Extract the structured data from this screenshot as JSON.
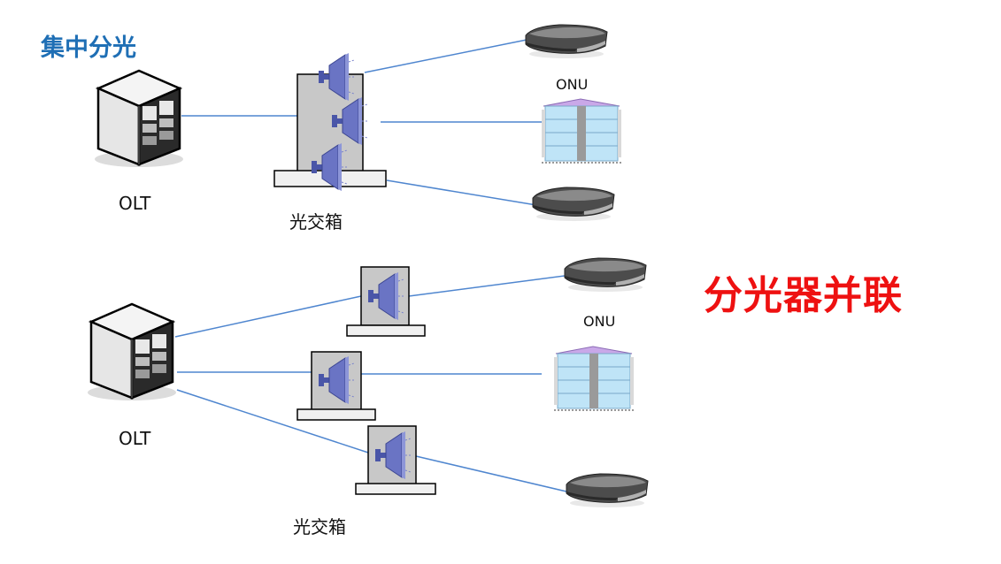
{
  "section1": {
    "title": "集中分光",
    "olt_label": "OLT",
    "box_label": "光交箱",
    "onu_label": "ONU"
  },
  "section2": {
    "title": "分光器并联",
    "olt_label": "OLT",
    "box_label": "光交箱",
    "onu_label": "ONU"
  },
  "colors": {
    "title_blue": "#1f6fb5",
    "title_red": "#ee1111",
    "fiber_line": "#4f86cf",
    "splitter": "#6a74c4",
    "box_fill": "#c8c8c8"
  },
  "icons": [
    "server-icon",
    "splitter-icon",
    "onu-router-icon",
    "building-icon"
  ]
}
